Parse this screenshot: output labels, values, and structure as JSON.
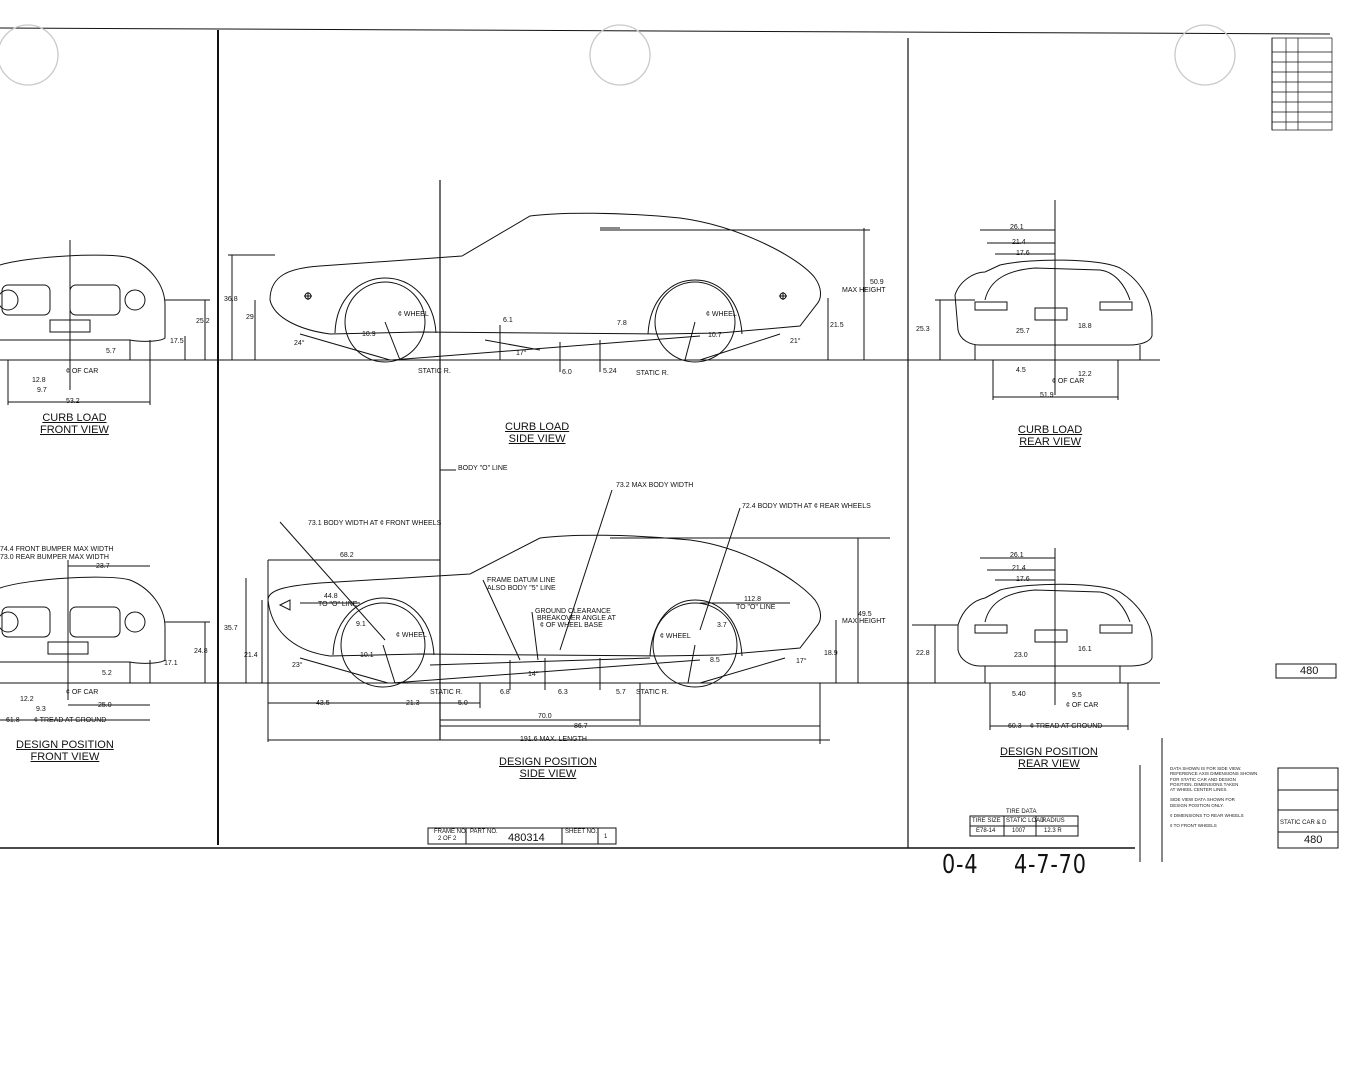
{
  "views": {
    "curb_front": {
      "line1": "CURB LOAD",
      "line2": "FRONT VIEW"
    },
    "curb_side": {
      "line1": "CURB LOAD",
      "line2": "SIDE VIEW"
    },
    "curb_rear": {
      "line1": "CURB LOAD",
      "line2": "REAR VIEW"
    },
    "design_front": {
      "line1": "DESIGN POSITION",
      "line2": "FRONT VIEW"
    },
    "design_side": {
      "line1": "DESIGN POSITION",
      "line2": "SIDE VIEW"
    },
    "design_rear": {
      "line1": "DESIGN POSITION",
      "line2": "REAR VIEW"
    }
  },
  "curb_front_dims": {
    "d252": "25.2",
    "d175": "17.5",
    "d57": "5.7",
    "d128": "12.8",
    "d97": "9.7",
    "cl": "¢ OF CAR",
    "d532": "53.2"
  },
  "curb_side_dims": {
    "d368": "36.8",
    "d29": "29",
    "d24a": "24°",
    "d109": "10.9",
    "wheel_f": "¢ WHEEL",
    "static_f": "STATIC R.",
    "d61": "6.1",
    "d17": "17°",
    "d60": "6.0",
    "d524": "5.24",
    "d78": "7.8",
    "static_r": "STATIC R.",
    "d107": "10.7",
    "wheel_r": "¢ WHEEL",
    "d215": "21.5",
    "d21": "21°",
    "d509": "50.9",
    "maxh": "MAX HEIGHT"
  },
  "curb_rear_dims": {
    "d261": "26.1",
    "d214": "21.4",
    "d176": "17.6",
    "d253": "25.3",
    "d257": "25.7",
    "d188": "18.8",
    "d45": "4.5",
    "cl": "¢ OF CAR",
    "d122": "12.2",
    "d519": "51.9"
  },
  "callouts": {
    "body_o": "BODY \"O\" LINE",
    "max_width": "73.2 MAX BODY WIDTH",
    "rear_width": "72.4 BODY WIDTH AT ¢ REAR WHEELS",
    "front_width": "73.1 BODY WIDTH AT ¢ FRONT WHEELS",
    "bumper1": "74.4 FRONT BUMPER MAX WIDTH",
    "bumper2": "73.0 REAR BUMPER MAX WIDTH",
    "frame1": "FRAME DATUM LINE",
    "frame2": "ALSO BODY \"5\" LINE",
    "gc1": "GROUND CLEARANCE",
    "gc2": "BREAKOVER ANGLE AT",
    "gc3": "¢ OF WHEEL BASE"
  },
  "design_front_dims": {
    "d237": "23.7",
    "d248": "24.8",
    "d171": "17.1",
    "d52": "5.2",
    "d122": "12.2",
    "d93": "9.3",
    "cl": "¢ OF CAR",
    "d250": "25.0",
    "d618": "61.8",
    "tread": "¢ TREAD AT GROUND"
  },
  "design_side_dims": {
    "d682": "68.2",
    "d448": "44.8",
    "to_o": "TO \"O\" LINE",
    "d357": "35.7",
    "d214": "21.4",
    "d23": "23°",
    "d91": "9.1",
    "d101": "10.1",
    "wheel_f": "¢ WHEEL",
    "static_f": "STATIC R.",
    "d68": "6.8",
    "d14": "14°",
    "d63": "6.3",
    "d57": "5.7",
    "static_r": "STATIC R.",
    "wheel_r": "¢ WHEEL",
    "d1128": "112.8",
    "to_o2": "TO \"O\" LINE",
    "d37": "3.7",
    "d85": "8.5",
    "d495": "49.5",
    "maxh": "MAX HEIGHT",
    "d189": "18.9",
    "d17": "17°",
    "d435": "43.5",
    "d213": "21.3",
    "d50": "5.0",
    "d700": "70.0",
    "d867": "86.7",
    "d1916": "191.6 MAX. LENGTH"
  },
  "design_rear_dims": {
    "d261": "26.1",
    "d214": "21.4",
    "d176": "17.6",
    "d228": "22.8",
    "d230": "23.0",
    "d161": "16.1",
    "d540": "5.40",
    "d95": "9.5",
    "cl": "¢ OF CAR",
    "d603": "60.3",
    "tread": "¢ TREAD AT GROUND"
  },
  "title_block": {
    "frame_label": "FRAME NO.",
    "frame_value": "2 OF 2",
    "part_label": "PART NO.",
    "part_number": "480314",
    "sheet_label": "SHEET NO.",
    "sheet_value": "1",
    "tire_label": "TIRE DATA",
    "tire_size_label": "TIRE SIZE",
    "tire_size": "E78-14",
    "static_load_label": "STATIC LOAD",
    "static_load": "1007",
    "radius_label": "RADIUS",
    "radius": "12.3 R",
    "side_ref": "480",
    "block_number": "480",
    "notes": [
      "DATA SHOWN IS FOR SIDE VIEW.",
      "REFERENCE AXIS DIMENSIONS SHOWN",
      "FOR STATIC CAR AND DESIGN",
      "POSITION. DIMENSIONS TAKEN",
      "AT WHEEL CENTER LINES.",
      "",
      "SIDE VIEW DATA SHOWN FOR",
      "DESIGN POSITION ONLY.",
      "",
      "¢ DIMENSIONS TO REAR WHEELS",
      "",
      "¢ TO FRONT WHEELS"
    ],
    "block_title": "STATIC CAR & D"
  },
  "handwritten": {
    "code": "0-4",
    "date": "4-7-70"
  }
}
